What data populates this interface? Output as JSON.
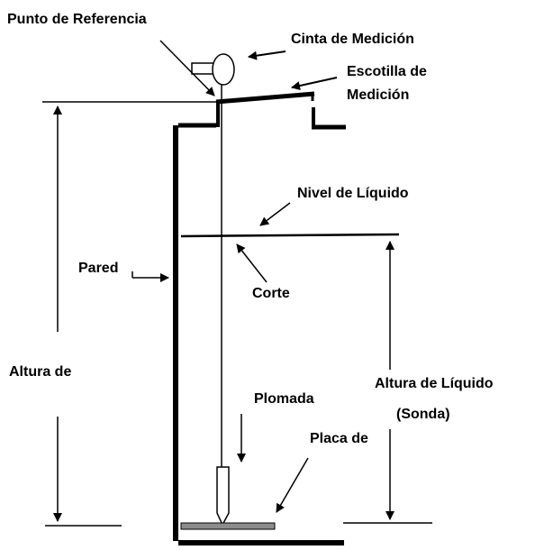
{
  "labels": {
    "reference_point": "Punto de Referencia",
    "gauge_tape": "Cinta de Medición",
    "gauge_hatch_line1": "Escotilla de",
    "gauge_hatch_line2": "Medición",
    "liquid_level": "Nivel de Líquido",
    "wall": "Pared",
    "cut": "Corte",
    "height_left": "Altura de",
    "liquid_height": "Altura de Líquido",
    "sounding": "(Sonda)",
    "plumb_bob": "Plomada",
    "datum_plate": "Placa de"
  },
  "colors": {
    "line": "#000000",
    "plate": "#8c8c8c",
    "background": "#ffffff"
  }
}
